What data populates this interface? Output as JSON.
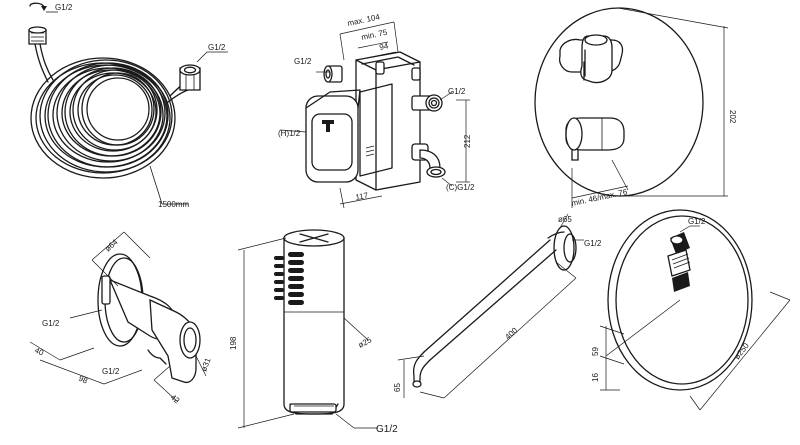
{
  "hose": {
    "top_thread": "G1/2",
    "right_thread": "G1/2",
    "length": "1500mm"
  },
  "box": {
    "max_depth": "max. 104",
    "min_depth": "min. 75",
    "d94": "94",
    "thread_left": "G1/2",
    "thread_right": "G1/2",
    "thread_handle": "(H)1/2",
    "thread_cold": "(C)G1/2",
    "height": "212",
    "width": "117"
  },
  "plate": {
    "height": "202",
    "range": "min. 46/max. 76"
  },
  "elbow": {
    "diameter": "ø64",
    "thread_top": "G1/2",
    "thread_bottom": "G1/2",
    "d40": "40",
    "d98": "98",
    "d42": "42",
    "d31": "ø31"
  },
  "handshower": {
    "height": "198",
    "diameter": "ø25",
    "thread": "G1/2"
  },
  "spout": {
    "diameter": "ø65",
    "thread": "G1/2",
    "length": "400",
    "drop": "65"
  },
  "overhead": {
    "thread": "G1/2",
    "d59": "59",
    "d16": "16",
    "diameter": "ø250"
  }
}
